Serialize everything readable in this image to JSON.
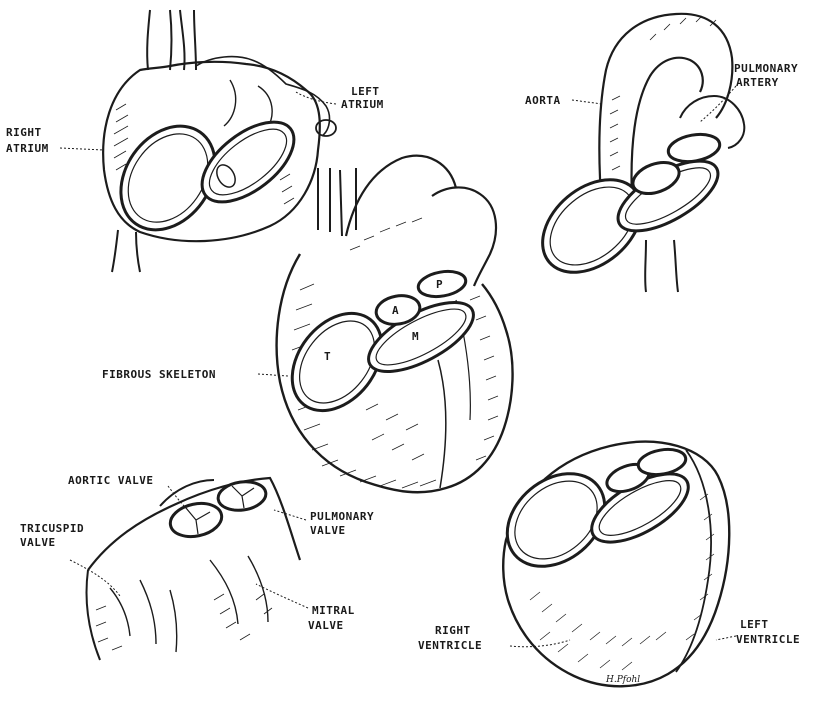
{
  "labels": {
    "left_atrium_1": "LEFT",
    "left_atrium_2": "ATRIUM",
    "right_atrium_1": "RIGHT",
    "right_atrium_2": "ATRIUM",
    "aorta": "AORTA",
    "pulmonary_artery_1": "PULMONARY",
    "pulmonary_artery_2": "ARTERY",
    "fibrous_skeleton": "FIBROUS SKELETON",
    "aortic_valve": "AORTIC VALVE",
    "pulmonary_valve_1": "PULMONARY",
    "pulmonary_valve_2": "VALVE",
    "tricuspid_valve_1": "TRICUSPID",
    "tricuspid_valve_2": "VALVE",
    "mitral_valve_1": "MITRAL",
    "mitral_valve_2": "VALVE",
    "right_ventricle_1": "RIGHT",
    "right_ventricle_2": "VENTRICLE",
    "left_ventricle_1": "LEFT",
    "left_ventricle_2": "VENTRICLE"
  },
  "ring_letters": {
    "aortic": "A",
    "pulmonary": "P",
    "mitral": "M",
    "tricuspid": "T"
  },
  "signature": "H.Pfohl"
}
